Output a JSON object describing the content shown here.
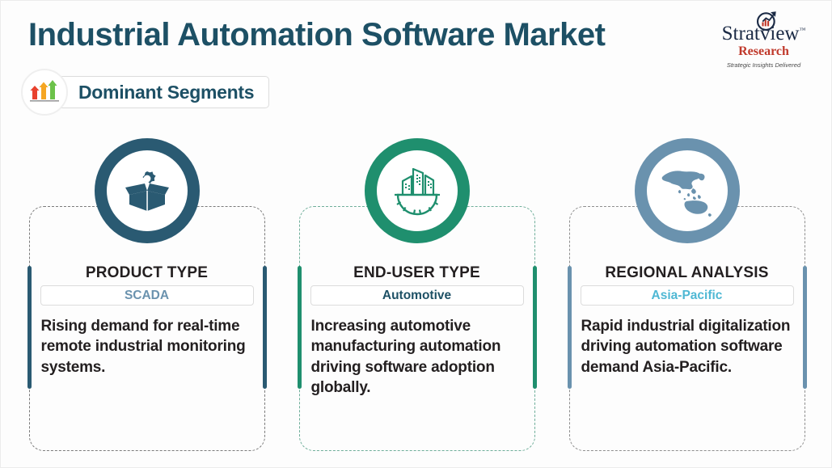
{
  "header": {
    "title": "Industrial Automation Software Market",
    "badge_label": "Dominant Segments",
    "badge_icon": "ascending-arrows-icon"
  },
  "logo": {
    "name": "Stratview",
    "tm": "™",
    "sub": "Research",
    "tagline": "Strategic Insights Delivered",
    "mark": "target-arrow-chart-icon"
  },
  "colors": {
    "title": "#1d5065",
    "card1_accent": "#2a5a72",
    "card2_accent": "#1f8f6e",
    "card3_accent": "#6a92ae",
    "chip1_text": "#6a92ae",
    "chip2_text": "#1d5065",
    "chip3_text": "#4fb8d4",
    "arrow_red": "#e8412e",
    "arrow_orange": "#f5a623",
    "arrow_green": "#6cc24a",
    "logo_red": "#c0392b"
  },
  "cards": [
    {
      "icon": "open-box-gear-icon",
      "heading": "PRODUCT TYPE",
      "chip": "SCADA",
      "body": "Rising demand for real-time remote industrial monitoring systems."
    },
    {
      "icon": "factory-buildings-gear-icon",
      "heading": "END-USER TYPE",
      "chip": "Automotive",
      "body": "Increasing automotive manufacturing automation driving software adoption globally."
    },
    {
      "icon": "asia-pacific-map-icon",
      "heading": "REGIONAL ANALYSIS",
      "chip": "Asia-Pacific",
      "body": "Rapid industrial digitalization driving automation software demand Asia-Pacific."
    }
  ]
}
